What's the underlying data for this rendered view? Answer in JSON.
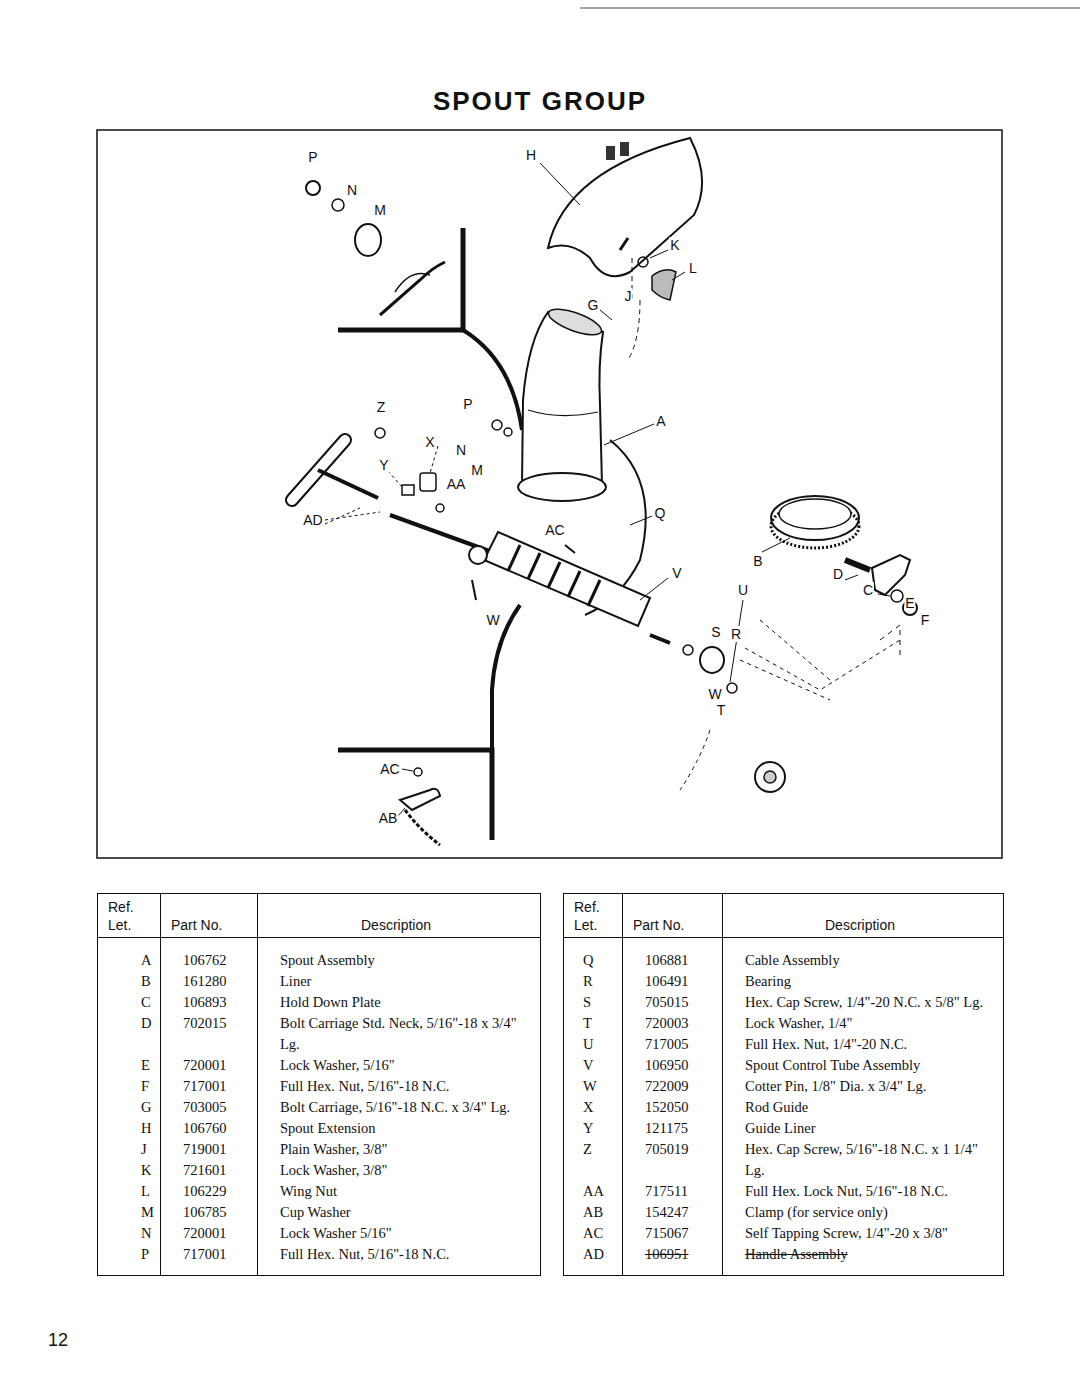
{
  "diagram": {
    "title": "SPOUT GROUP",
    "labels": [
      "P",
      "N",
      "M",
      "H",
      "K",
      "L",
      "G",
      "J",
      "Z",
      "P",
      "X",
      "N",
      "Y",
      "M",
      "AA",
      "A",
      "AD",
      "AC",
      "Q",
      "B",
      "D",
      "C",
      "E",
      "F",
      "V",
      "U",
      "S",
      "R",
      "W",
      "W",
      "T",
      "AC",
      "AB",
      "Ref.",
      "Let.",
      "Part No.",
      "Description",
      "A",
      "106762",
      "Spout Assembly",
      "B",
      "161280",
      "Liner",
      "C",
      "106893",
      "Hold Down Plate",
      "D",
      "702015",
      "Bolt Carriage Std. Neck, 5/16\"-18 x 3/4\" Lg.",
      "E",
      "720001",
      "Lock Washer, 5/16\"",
      "F",
      "717001",
      "Full Hex. Nut, 5/16\"-18 N.C.",
      "G",
      "703005",
      "Bolt Carriage, 5/16\"-18 N.C. x 3/4\" Lg.",
      "H",
      "106760",
      "Spout Extension",
      "J",
      "719001",
      "Plain Washer, 3/8\"",
      "K",
      "721601",
      "Lock Washer, 3/8\"",
      "L",
      "106229",
      "Wing Nut",
      "M",
      "106785",
      "Cup Washer",
      "N",
      "720001",
      "Lock Washer 5/16\"",
      "P",
      "717001",
      "Full Hex. Nut, 5/16\"-18 N.C.",
      "Ref.",
      "Let.",
      "Part No.",
      "Description",
      "Q",
      "106881",
      "Cable Assembly",
      "R",
      "106491",
      "Bearing",
      "S",
      "705015",
      "Hex. Cap Screw, 1/4\"-20 N.C. x 5/8\" Lg.",
      "T",
      "720003",
      "Lock Washer, 1/4\"",
      "U",
      "717005",
      "Full Hex. Nut, 1/4\"-20 N.C.",
      "V",
      "106950",
      "Spout Control Tube Assembly",
      "W",
      "722009",
      "Cotter Pin, 1/8\" Dia. x 3/4\" Lg.",
      "X",
      "152050",
      "Rod Guide",
      "Y",
      "121175",
      "Guide Liner",
      "Z",
      "705019",
      "Hex. Cap Screw, 5/16\"-18 N.C. x 1 1/4\" Lg.",
      "AA",
      "717511",
      "Full Hex. Lock Nut, 5/16\"-18 N.C.",
      "AB",
      "154247",
      "Clamp (for service only)",
      "AC",
      "715067",
      "Self Tapping Screw, 1/4\"-20 x 3/8\"",
      "AD",
      "106951",
      "Handle Assembly",
      "12"
    ]
  }
}
